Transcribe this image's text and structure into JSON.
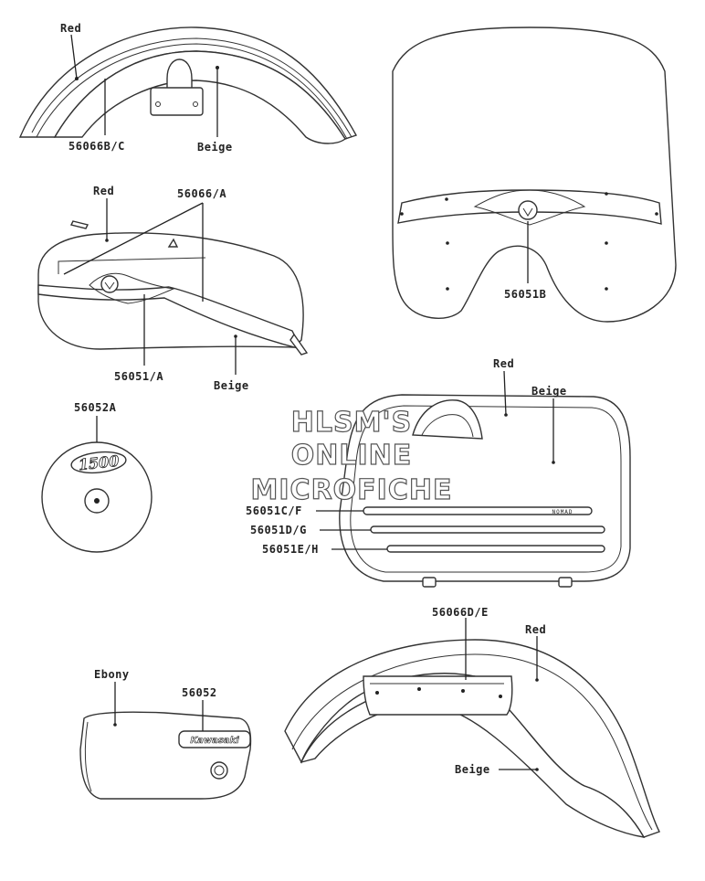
{
  "callouts": {
    "front_fender_red": "Red",
    "front_fender_part": "56066B/C",
    "front_fender_beige": "Beige",
    "tank_red": "Red",
    "tank_part_56066a": "56066/A",
    "tank_part_56051a": "56051/A",
    "tank_beige": "Beige",
    "windshield_part": "56051B",
    "emblem_part": "56052A",
    "emblem_text": "1500",
    "saddlebag_red": "Red",
    "saddlebag_beige": "Beige",
    "saddlebag_stripe_cf": "56051C/F",
    "saddlebag_stripe_dg": "56051D/G",
    "saddlebag_stripe_eh": "56051E/H",
    "saddlebag_badge": "NOMAD",
    "side_cover_color": "Ebony",
    "side_cover_part": "56052",
    "side_cover_badge": "Kawasaki",
    "rear_fender_part": "56066D/E",
    "rear_fender_red": "Red",
    "rear_fender_beige": "Beige"
  },
  "watermark": {
    "line1": "HLSM'S",
    "line2": "ONLINE",
    "line3": "MICROFICHE"
  }
}
